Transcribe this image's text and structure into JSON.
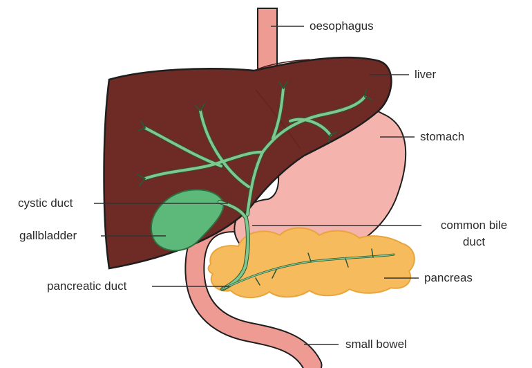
{
  "labels": {
    "oesophagus": "oesophagus",
    "liver": "liver",
    "stomach": "stomach",
    "cystic_duct": "cystic duct",
    "gallbladder": "gallbladder",
    "common_bile_duct_line1": "common bile",
    "common_bile_duct_line2": "duct",
    "pancreas": "pancreas",
    "pancreatic_duct": "pancreatic duct",
    "small_bowel": "small bowel"
  },
  "colors": {
    "liver": "#6e2a25",
    "stomach": "#f4b3ac",
    "oesophagus": "#ee9b94",
    "pancreas": "#f6bb5c",
    "bile_duct": "#7ec88e",
    "gallbladder": "#5db97a",
    "outline": "#222222",
    "leader_line": "#333333"
  }
}
